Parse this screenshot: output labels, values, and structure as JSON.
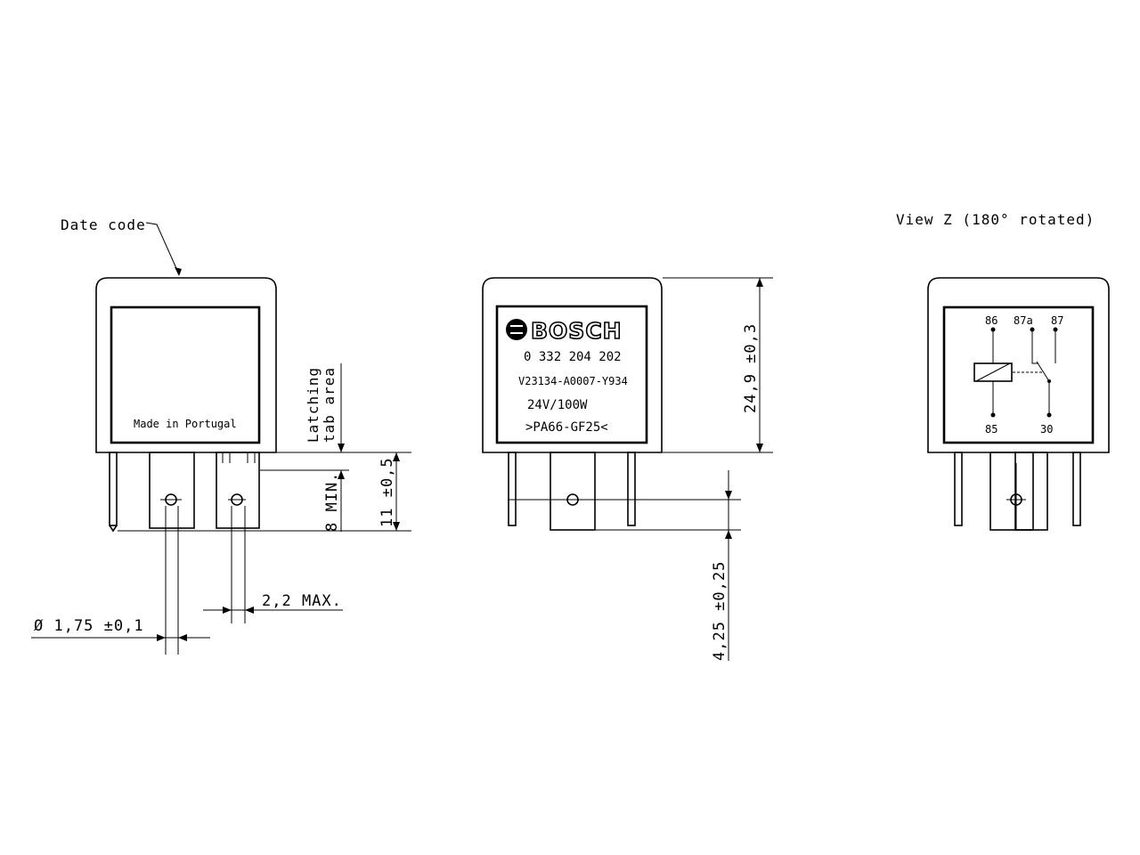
{
  "left_view": {
    "date_code_label": "Date code",
    "made_in_label": "Made in Portugal",
    "latching_line1": "Latching",
    "latching_line2": "tab area",
    "dim_8_min": "8 MIN.",
    "dim_11": "11 ±0,5",
    "dim_2_2_max": "2,2 MAX.",
    "dim_diameter": "Ø 1,75 ±0,1"
  },
  "front_view": {
    "brand": "BOSCH",
    "part_number": "0 332 204 202",
    "type_code": "V23134-A0007-Y934",
    "rating": "24V/100W",
    "material": ">PA66-GF25<",
    "dim_height": "24,9 ±0,3",
    "dim_pin": "4,25 ±0,25"
  },
  "right_view": {
    "title": "View Z (180° rotated)",
    "pin_86": "86",
    "pin_87a": "87a",
    "pin_87": "87",
    "pin_85": "85",
    "pin_30": "30"
  }
}
